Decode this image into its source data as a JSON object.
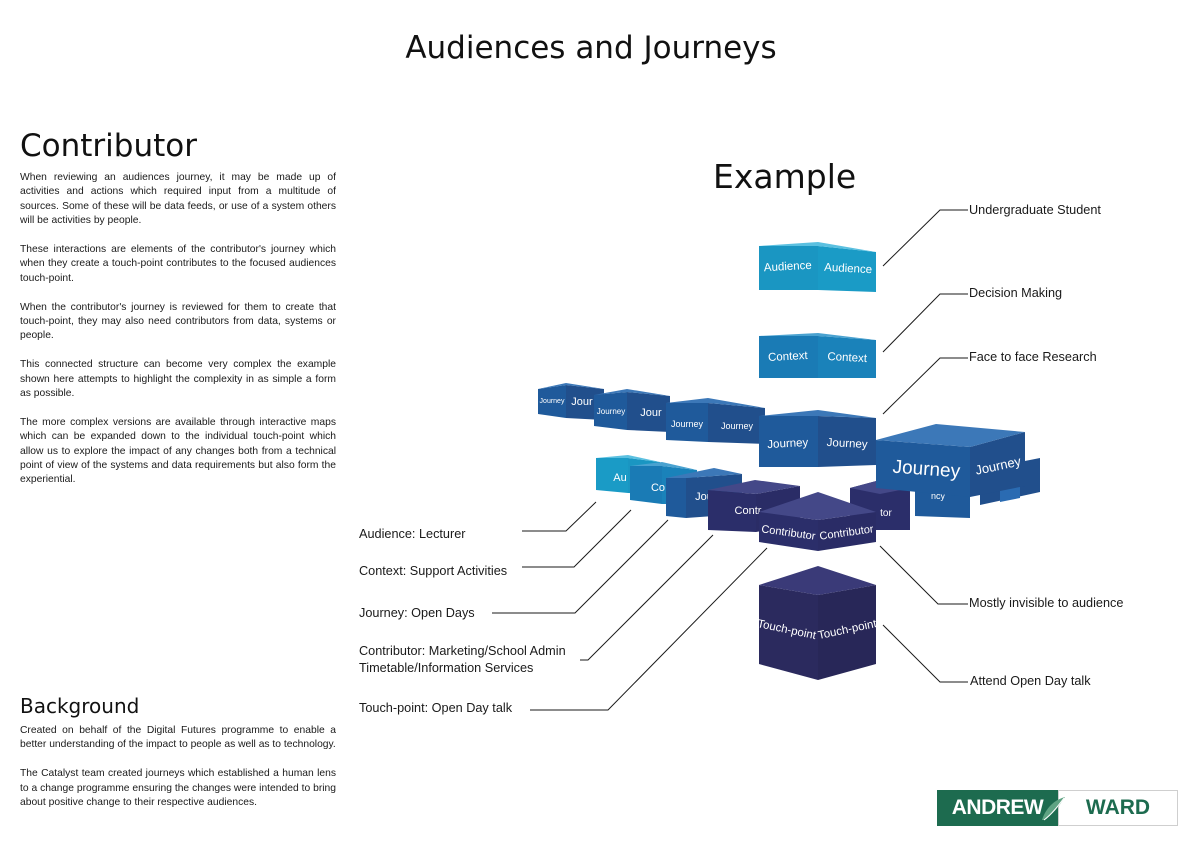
{
  "page_title": "Audiences and Journeys",
  "contributor": {
    "heading": "Contributor",
    "paragraphs": [
      "When reviewing an audiences journey, it may be made up of activities and actions which required input from a multitude of sources. Some of these will be data feeds, or use of a system others will be activities by people.",
      "These interactions are elements of the contributor's journey which when they create a touch-point contributes to the focused audiences touch-point.",
      "When the contributor's journey is reviewed for them to create that touch-point, they may also need contributors from data, systems or people.",
      "This connected structure can become very complex the example shown here attempts to highlight the complexity in as simple a form as possible.",
      "The more complex versions are available through interactive maps which can be expanded down to the individual touch-point which allow us to explore the impact of any changes both from a technical point of view of the systems and data requirements but also form the experiential."
    ]
  },
  "background": {
    "heading": "Background",
    "paragraphs": [
      "Created on behalf of the Digital Futures programme to enable a better understanding of the impact to people as well as to technology.",
      "The Catalyst team created journeys which established a human lens to a change programme ensuring the changes were intended to bring about positive change to their respective audiences."
    ]
  },
  "example": {
    "heading": "Example",
    "labels_right": {
      "undergraduate": "Undergraduate Student",
      "decision": "Decision Making",
      "research": "Face to face Research",
      "invisible": "Mostly invisible to audience",
      "open_day": "Attend Open Day talk"
    },
    "labels_left": {
      "lecturer": "Audience: Lecturer",
      "context": "Context: Support Activities",
      "journey": "Journey: Open Days",
      "contributor_1": "Contributor: Marketing/School Admin",
      "contributor_2": "Timetable/Information Services",
      "touchpoint": "Touch-point: Open Day talk"
    },
    "cube_text": {
      "audience": "Audience",
      "context": "Context",
      "journey": "Journey",
      "contributor": "Contributor",
      "touchpoint": "Touch-point",
      "au": "Au",
      "co": "Co",
      "jou": "Jou",
      "jour": "Jour",
      "contr": "Contr",
      "tor": "tor",
      "ncy": "ncy"
    },
    "colors": {
      "audience": "#1aa0c8",
      "context": "#1a86bd",
      "journey": "#1f5a9b",
      "contributor": "#2b2e6a",
      "touchpoint": "#2b2a5e"
    }
  },
  "logo": {
    "left": "ANDREW",
    "right": "WARD"
  }
}
